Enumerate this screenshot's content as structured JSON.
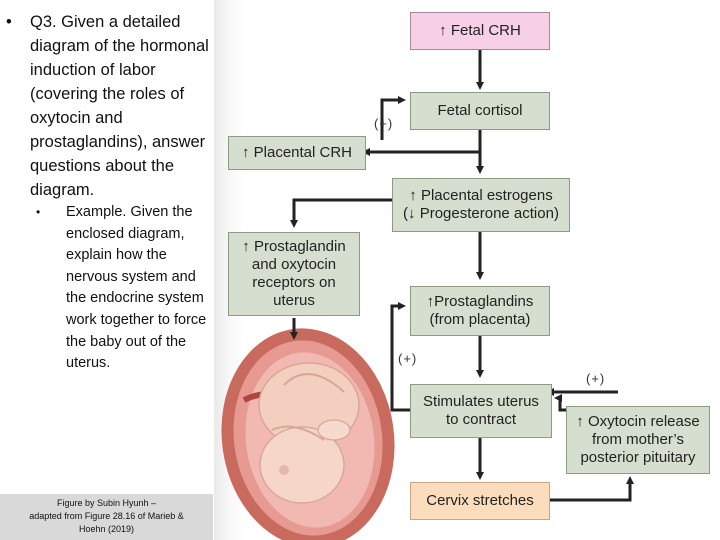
{
  "slide": {
    "bullet_char": "•",
    "main_bullet": "Q3. Given a detailed diagram of the hormonal induction of labor (covering the roles of oxytocin and prostaglandins), answer questions about the diagram.",
    "sub_bullet_char": "•",
    "sub_bullet": "Example. Given the enclosed diagram, explain how the nervous system and the endocrine system work together to force the baby out of the uterus.",
    "credit_line1": "Figure by Subin Hyunh –",
    "credit_line2": "adapted from Figure 28.16 of Marieb &",
    "credit_line3": "Hoehn (2019)"
  },
  "diagram": {
    "up_arrow": "↑",
    "boxes": {
      "fetal_crh": "Fetal CRH",
      "fetal_cortisol": "Fetal cortisol",
      "placental_crh": "Placental CRH",
      "estrogens_line1": "Placental estrogens",
      "estrogens_line2_open": "(",
      "estrogens_line2_arrow": "↓",
      "estrogens_line2_rest": " Progesterone action)",
      "receptors_line1": "Prostaglandin",
      "receptors_line2": "and oxytocin",
      "receptors_line3": "receptors on",
      "receptors_line4": "uterus",
      "prostaglandins_line1": "Prostaglandins",
      "prostaglandins_line2": "(from placenta)",
      "stimulates_line1": "Stimulates uterus",
      "stimulates_line2": "to contract",
      "oxytocin_line1": "Oxytocin release",
      "oxytocin_line2": "from mother’s",
      "oxytocin_line3": "posterior pituitary",
      "cervix": "Cervix stretches"
    },
    "plus_labels": [
      "(+)",
      "(+)",
      "(+)"
    ],
    "colors": {
      "green_box": "#d6dfcf",
      "pink_box": "#f7cfe6",
      "peach_box": "#fbdcbc",
      "arrow": "#222222",
      "uterus": "#c96a5e",
      "fetus": "#f3cfc0"
    }
  }
}
